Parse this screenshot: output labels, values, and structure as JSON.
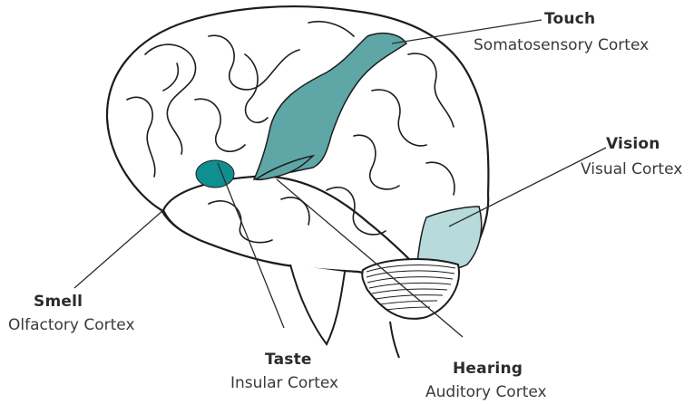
{
  "labels": {
    "touch": {
      "title": "Touch",
      "region": "Somatosensory Cortex"
    },
    "vision": {
      "title": "Vision",
      "region": "Visual Cortex"
    },
    "smell": {
      "title": "Smell",
      "region": "Olfactory Cortex"
    },
    "taste": {
      "title": "Taste",
      "region": "Insular Cortex"
    },
    "hearing": {
      "title": "Hearing",
      "region": "Auditory Cortex"
    }
  },
  "colors": {
    "somatosensory": "#5ea7a6",
    "visual": "#b7dadb",
    "insular": "#0f8f8f",
    "auditory": "#5ea7a6",
    "outline": "#1d1d1d"
  }
}
